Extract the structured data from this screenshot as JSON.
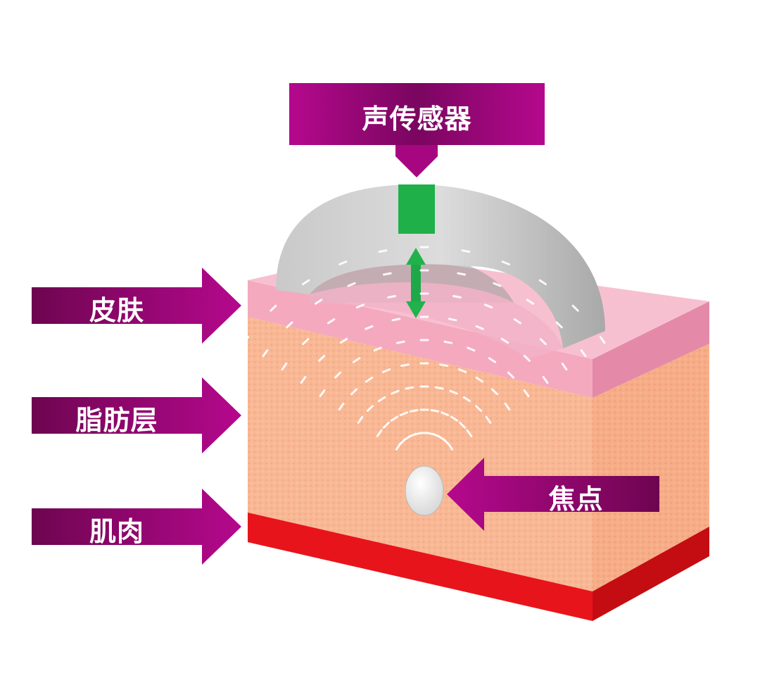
{
  "labels": {
    "transducer": "声传感器",
    "skin": "皮肤",
    "fat": "脂肪层",
    "muscle": "肌肉",
    "focus": "焦点"
  },
  "colors": {
    "arrow_dark": "#6e0550",
    "arrow_bright": "#b5088d",
    "skin": "#f4a9bf",
    "fat": "#f9b895",
    "muscle": "#e8141b",
    "transducer": "#bfbfbf",
    "element": "#1fb04a"
  }
}
